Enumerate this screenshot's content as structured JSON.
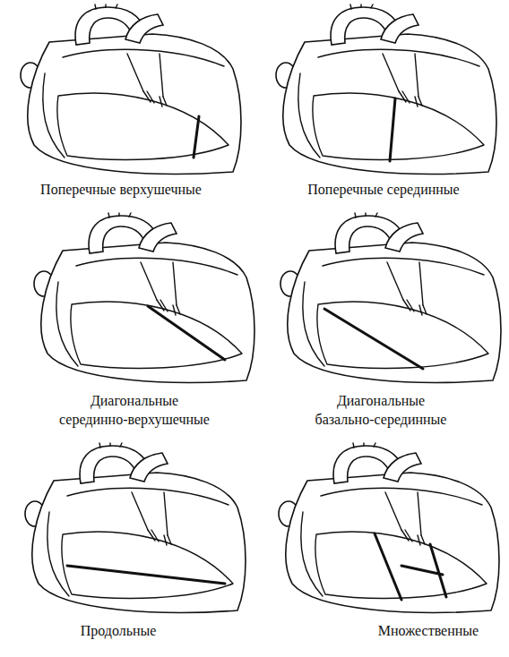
{
  "diagram": {
    "labels": [
      "Поперечные верхушечные",
      "Поперечные серединные",
      "Диагональные серединно-верхушечные",
      "Диагональные базально-серединные",
      "Продольные",
      "Множественные"
    ]
  }
}
